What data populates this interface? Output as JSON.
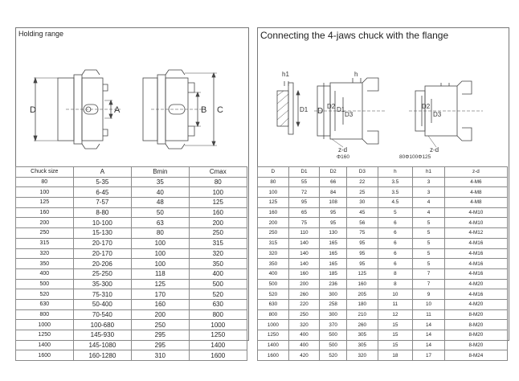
{
  "left": {
    "title": "Holding range",
    "diagram_labels": {
      "d": "D",
      "a": "A",
      "b": "B",
      "c": "C"
    },
    "columns": [
      "Chuck size",
      "A",
      "Bmin",
      "Cmax"
    ],
    "rows": [
      [
        "80",
        "5-35",
        "35",
        "80"
      ],
      [
        "100",
        "6-45",
        "40",
        "100"
      ],
      [
        "125",
        "7-57",
        "48",
        "125"
      ],
      [
        "160",
        "8-80",
        "50",
        "160"
      ],
      [
        "200",
        "10-100",
        "63",
        "200"
      ],
      [
        "250",
        "15-130",
        "80",
        "250"
      ],
      [
        "315",
        "20-170",
        "100",
        "315"
      ],
      [
        "320",
        "20-170",
        "100",
        "320"
      ],
      [
        "350",
        "20-206",
        "100",
        "350"
      ],
      [
        "400",
        "25-250",
        "118",
        "400"
      ],
      [
        "500",
        "35-300",
        "125",
        "500"
      ],
      [
        "520",
        "75-310",
        "170",
        "520"
      ],
      [
        "630",
        "50-400",
        "160",
        "630"
      ],
      [
        "800",
        "70-540",
        "200",
        "800"
      ],
      [
        "1000",
        "100-680",
        "250",
        "1000"
      ],
      [
        "1250",
        "145-930",
        "295",
        "1250"
      ],
      [
        "1400",
        "145-1080",
        "295",
        "1400"
      ],
      [
        "1600",
        "160-1280",
        "310",
        "1600"
      ]
    ]
  },
  "right": {
    "title": "Connecting the 4-jaws chuck with the flange",
    "diagram_labels": {
      "h1": "h1",
      "h": "h",
      "d": "D",
      "d1": "D1",
      "d2": "D2",
      "d3": "D3",
      "zd": "z-d",
      "note_a": "Φ160",
      "note_b": "80Φ100Φ125"
    },
    "columns": [
      "D",
      "D1",
      "D2",
      "D3",
      "h",
      "h1",
      "z-d"
    ],
    "rows": [
      [
        "80",
        "55",
        "66",
        "22",
        "3.5",
        "3",
        "4-M6"
      ],
      [
        "100",
        "72",
        "84",
        "25",
        "3.5",
        "3",
        "4-M8"
      ],
      [
        "125",
        "95",
        "108",
        "30",
        "4.5",
        "4",
        "4-M8"
      ],
      [
        "160",
        "65",
        "95",
        "45",
        "5",
        "4",
        "4-M10"
      ],
      [
        "200",
        "75",
        "95",
        "56",
        "6",
        "5",
        "4-M10"
      ],
      [
        "250",
        "110",
        "130",
        "75",
        "6",
        "5",
        "4-M12"
      ],
      [
        "315",
        "140",
        "165",
        "95",
        "6",
        "5",
        "4-M16"
      ],
      [
        "320",
        "140",
        "165",
        "95",
        "6",
        "5",
        "4-M16"
      ],
      [
        "350",
        "140",
        "165",
        "95",
        "6",
        "5",
        "4-M16"
      ],
      [
        "400",
        "160",
        "185",
        "125",
        "8",
        "7",
        "4-M16"
      ],
      [
        "500",
        "200",
        "236",
        "160",
        "8",
        "7",
        "4-M20"
      ],
      [
        "520",
        "260",
        "300",
        "205",
        "10",
        "9",
        "4-M16"
      ],
      [
        "630",
        "220",
        "258",
        "180",
        "11",
        "10",
        "4-M20"
      ],
      [
        "800",
        "250",
        "300",
        "210",
        "12",
        "11",
        "8-M20"
      ],
      [
        "1000",
        "320",
        "370",
        "260",
        "15",
        "14",
        "8-M20"
      ],
      [
        "1250",
        "400",
        "500",
        "305",
        "15",
        "14",
        "8-M20"
      ],
      [
        "1400",
        "400",
        "500",
        "305",
        "15",
        "14",
        "8-M20"
      ],
      [
        "1600",
        "420",
        "520",
        "320",
        "18",
        "17",
        "8-M24"
      ]
    ]
  }
}
